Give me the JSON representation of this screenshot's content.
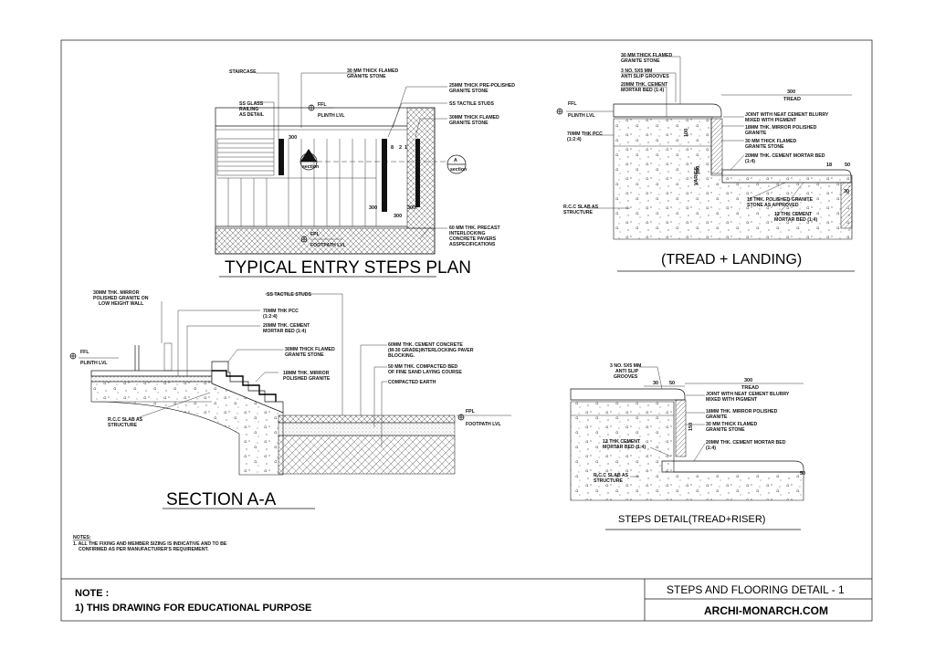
{
  "plan": {
    "title": "TYPICAL ENTRY STEPS PLAN",
    "labels": {
      "staircase": "STAIRCASE",
      "flamed_top": "30 MM THICK FLAMED",
      "flamed_top2": "GRANITE STONE",
      "railing1": "SS GLASS",
      "railing2": "RAILING",
      "railing3": "AS DETAIL",
      "ffl": "FFL",
      "plinth": "PLINTH LVL",
      "prepolished1": "25MM THICK PRE-POLISHED",
      "prepolished2": "GRANITE STONE",
      "tactile": "SS TACTILE STUDS",
      "flamed2a": "30MM THICK FLAMED",
      "flamed2b": "GRANITE STONE",
      "fpl": "FPL",
      "footpath": "FOOTPATH LVL",
      "paver1": "60 MM THK. PRECAST",
      "paver2": "INTERLOCKING",
      "paver3": "CONCRETE PAVERS",
      "paver4": "ASSPECIFICATIONS",
      "section_mark": "A",
      "section_word": "section"
    },
    "dims": {
      "d300a": "300",
      "d300b": "300",
      "d300c": "300",
      "d300d": "300",
      "d8": "8",
      "d2": "2",
      "d1": "1"
    }
  },
  "tread_landing": {
    "title": "(TREAD + LANDING)",
    "labels": {
      "flamed1": "30 MM THICK FLAMED",
      "flamed2": "GRANITE STONE",
      "grooves1": "3 NO. 5X5 MM",
      "grooves2": "ANTI SLIP GROOVES",
      "mortar1": "20MM THK. CEMENT",
      "mortar2": "MORTAR BED (1:4)",
      "ffl": "FFL",
      "plinth": "PLINTH LVL",
      "pcc1": "70MM THK PCC",
      "pcc2": "(1:2:4)",
      "rcc1": "R.C.C SLAB AS",
      "rcc2": "STRUCTURE",
      "joint1": "JOINT WITH NEAT CEMENT BLURRY",
      "joint2": "MIXED WITH PIGMENT",
      "mirror1": "18MM THK. MIRROR POLISHED",
      "mirror2": "GRANITE",
      "flamed3": "30 MM THICK FLAMED",
      "flamed4": "GRANITE STONE",
      "mortar3": "20MM THK. CEMENT MORTAR BED",
      "mortar4": "(1:4)",
      "polished1": "18 THK. POLISHED GRANITE",
      "polished2": "STONE AS APPROVED",
      "mortar5": "12 THK CEMENT",
      "mortar6": "MORTAR BED (1:4)",
      "varies": "VARIES"
    },
    "dims": {
      "d300": "300",
      "tread": "TREAD",
      "d100a": "100",
      "d100b": "100",
      "d50": "50",
      "d18": "18",
      "d30": "30"
    }
  },
  "section": {
    "title": "SECTION A-A",
    "labels": {
      "mirror1": "30MM THK. MIRROR",
      "mirror2": "POLISHED GRANITE ON",
      "mirror3": "LOW HEIGHT WALL",
      "tactile": "SS TACTILE STUDS",
      "pcc1": "70MM THK PCC",
      "pcc2": "(1:2:4)",
      "mortar1": "20MM THK. CEMENT",
      "mortar2": "MORTAR BED (1:4)",
      "ffl": "FFL",
      "plinth": "PLINTH LVL",
      "flamed1": "30MM THICK FLAMED",
      "flamed2": "GRANITE STONE",
      "mpg1": "18MM THK. MIRROR",
      "mpg2": "POLISHED GRANITE",
      "rcc1": "R.C.C SLAB AS",
      "rcc2": "STRUCTURE",
      "concrete1": "60MM THK. CEMENT CONCRETE",
      "concrete2": "(M-30 GRADE)INTERLOCKING PAVER",
      "concrete3": "BLOCKING.",
      "sand1": "50 MM THK. COMPACTED BED",
      "sand2": "OF FINE SAND LAYING COURSE",
      "earth": "COMPACTED EARTH",
      "fpl": "FPL",
      "footpath": "FOOTPATH LVL"
    }
  },
  "steps_detail": {
    "title": "STEPS DETAIL(TREAD+RISER)",
    "labels": {
      "grooves1": "3 NO. 5X5 MM",
      "grooves2": "ANTI SLIP",
      "grooves3": "GROOVES",
      "joint1": "JOINT WITH NEAT CEMENT BLURRY",
      "joint2": "MIXED WITH PIGMENT",
      "mirror1": "18MM THK. MIRROR POLISHED",
      "mirror2": "GRANITE",
      "flamed1": "30 MM THICK FLAMED",
      "flamed2": "GRANITE STONE",
      "mortar1": "12 THK CEMENT",
      "mortar2": "MORTAR BED (1:4)",
      "mortar3": "20MM THK. CEMENT MORTAR BED",
      "mortar4": "(1:4)",
      "rcc1": "R.C.C SLAB AS",
      "rcc2": "STRUCTURE"
    },
    "dims": {
      "d30": "30",
      "d50a": "50",
      "d300": "300",
      "tread": "TREAD",
      "d150": "150",
      "d50b": "50"
    }
  },
  "notes": {
    "heading": "NOTES:",
    "line1": "1. ALL THE FIXING AND MEMBER SIZING IS INDICATIVE AND TO BE",
    "line2": "CONFIRMED AS PER MANUFACTURER'S REQUIREMENT."
  },
  "title_block": {
    "note_heading": "NOTE :",
    "note_text": "1) THIS DRAWING FOR EDUCATIONAL PURPOSE",
    "sheet_title": "STEPS AND FLOORING DETAIL  - 1",
    "website": "ARCHI-MONARCH.COM"
  }
}
